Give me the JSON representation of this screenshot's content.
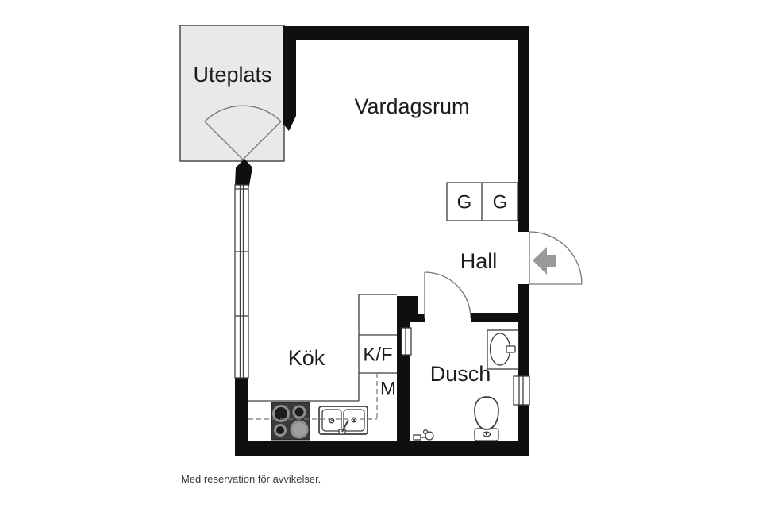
{
  "floorplan": {
    "rooms": {
      "uteplats": "Uteplats",
      "vardagsrum": "Vardagsrum",
      "hall": "Hall",
      "kok": "Kök",
      "dusch": "Dusch"
    },
    "fixtures": {
      "closet_left": "G",
      "closet_right": "G",
      "fridge_freezer": "K/F",
      "machine": "M"
    },
    "disclaimer": "Med reservation för avvikelser."
  },
  "colors": {
    "wall": "#0f0f0f",
    "patio_fill": "#e9e9e9",
    "line": "#3f3f3f",
    "line_light": "#767676",
    "arrow": "#9a9a9a",
    "stove_body": "#3a3a3a",
    "burner_ring": "#8f8f8f",
    "burner_dark": "#1c1c1c",
    "burner_light": "#9f9f9f",
    "text": "#1c1c1c",
    "muted": "#3a3a3a"
  }
}
